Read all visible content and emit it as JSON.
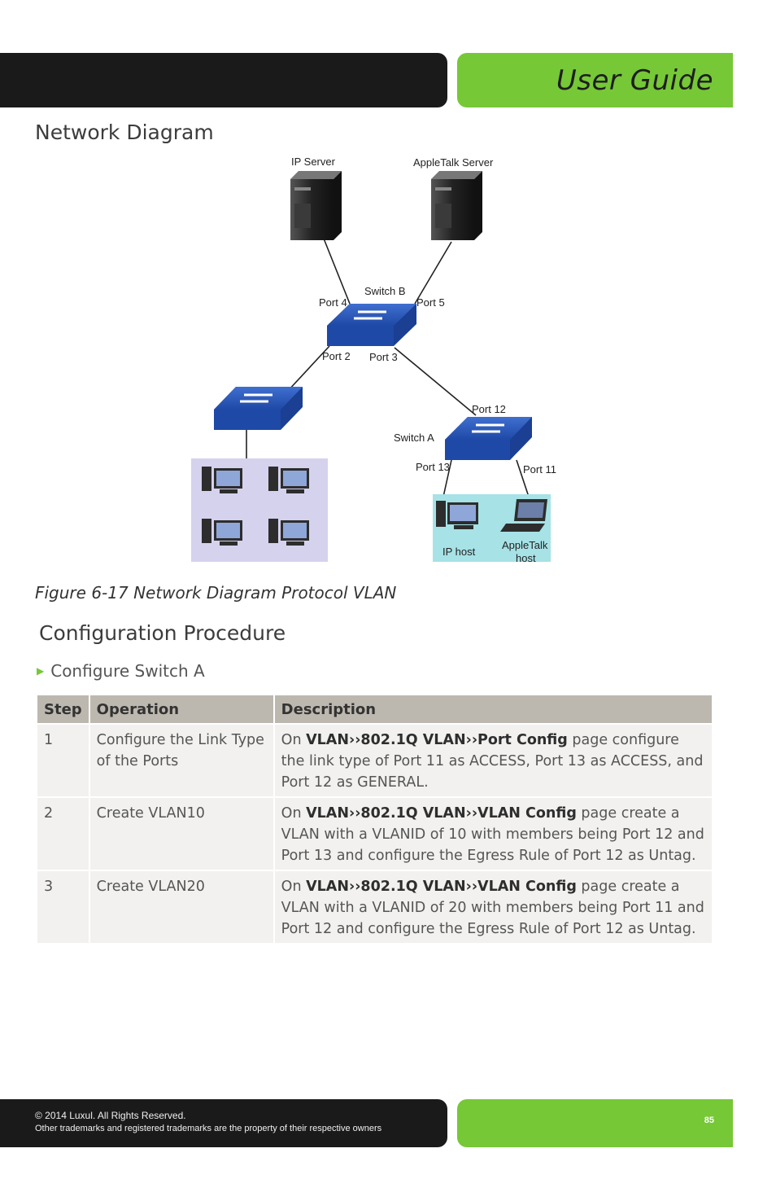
{
  "header": {
    "title": "User Guide"
  },
  "section1": {
    "heading": "Network Diagram"
  },
  "diagram": {
    "ip_server": "IP Server",
    "appletalk_server": "AppleTalk Server",
    "switch_b": "Switch B",
    "switch_a": "Switch A",
    "port4": "Port 4",
    "port5": "Port 5",
    "port2": "Port 2",
    "port3": "Port 3",
    "port12": "Port 12",
    "port13": "Port 13",
    "port11": "Port 11",
    "ip_host": "IP host",
    "appletalk_host_1": "AppleTalk",
    "appletalk_host_2": "host"
  },
  "figure_caption": "Figure 6-17 Network Diagram Protocol VLAN",
  "section2": {
    "heading": "Configuration Procedure"
  },
  "bullet": "Configure Switch A",
  "table": {
    "headers": [
      "Step",
      "Operation",
      "Description"
    ],
    "rows": [
      {
        "step": "1",
        "operation": "Configure the Link Type of the Ports",
        "desc_pre": "On ",
        "desc_bold": "VLAN››802.1Q VLAN››Port Config",
        "desc_post": " page configure the link type of Port 11 as ACCESS, Port 13 as ACCESS, and Port 12 as GENERAL."
      },
      {
        "step": "2",
        "operation": "Create VLAN10",
        "desc_pre": "On ",
        "desc_bold": "VLAN››802.1Q VLAN››VLAN Config",
        "desc_post": " page create a VLAN with a VLANID of 10 with members being Port 12 and Port 13 and configure the Egress Rule of Port 12 as Untag."
      },
      {
        "step": "3",
        "operation": "Create VLAN20",
        "desc_pre": "On ",
        "desc_bold": "VLAN››802.1Q VLAN››VLAN Config",
        "desc_post": " page create a VLAN with a VLANID of 20 with members being Port 11 and Port 12 and configure the Egress Rule of Port 12 as Untag."
      }
    ]
  },
  "footer": {
    "copyright": "© 2014  Luxul. All Rights Reserved.",
    "trademarks": "Other trademarks and registered trademarks are the property of their respective owners",
    "page_number": "85"
  },
  "colors": {
    "accent_green": "#76c837",
    "bar_black": "#1a1a1a",
    "switch_blue": "#1f49a6"
  }
}
